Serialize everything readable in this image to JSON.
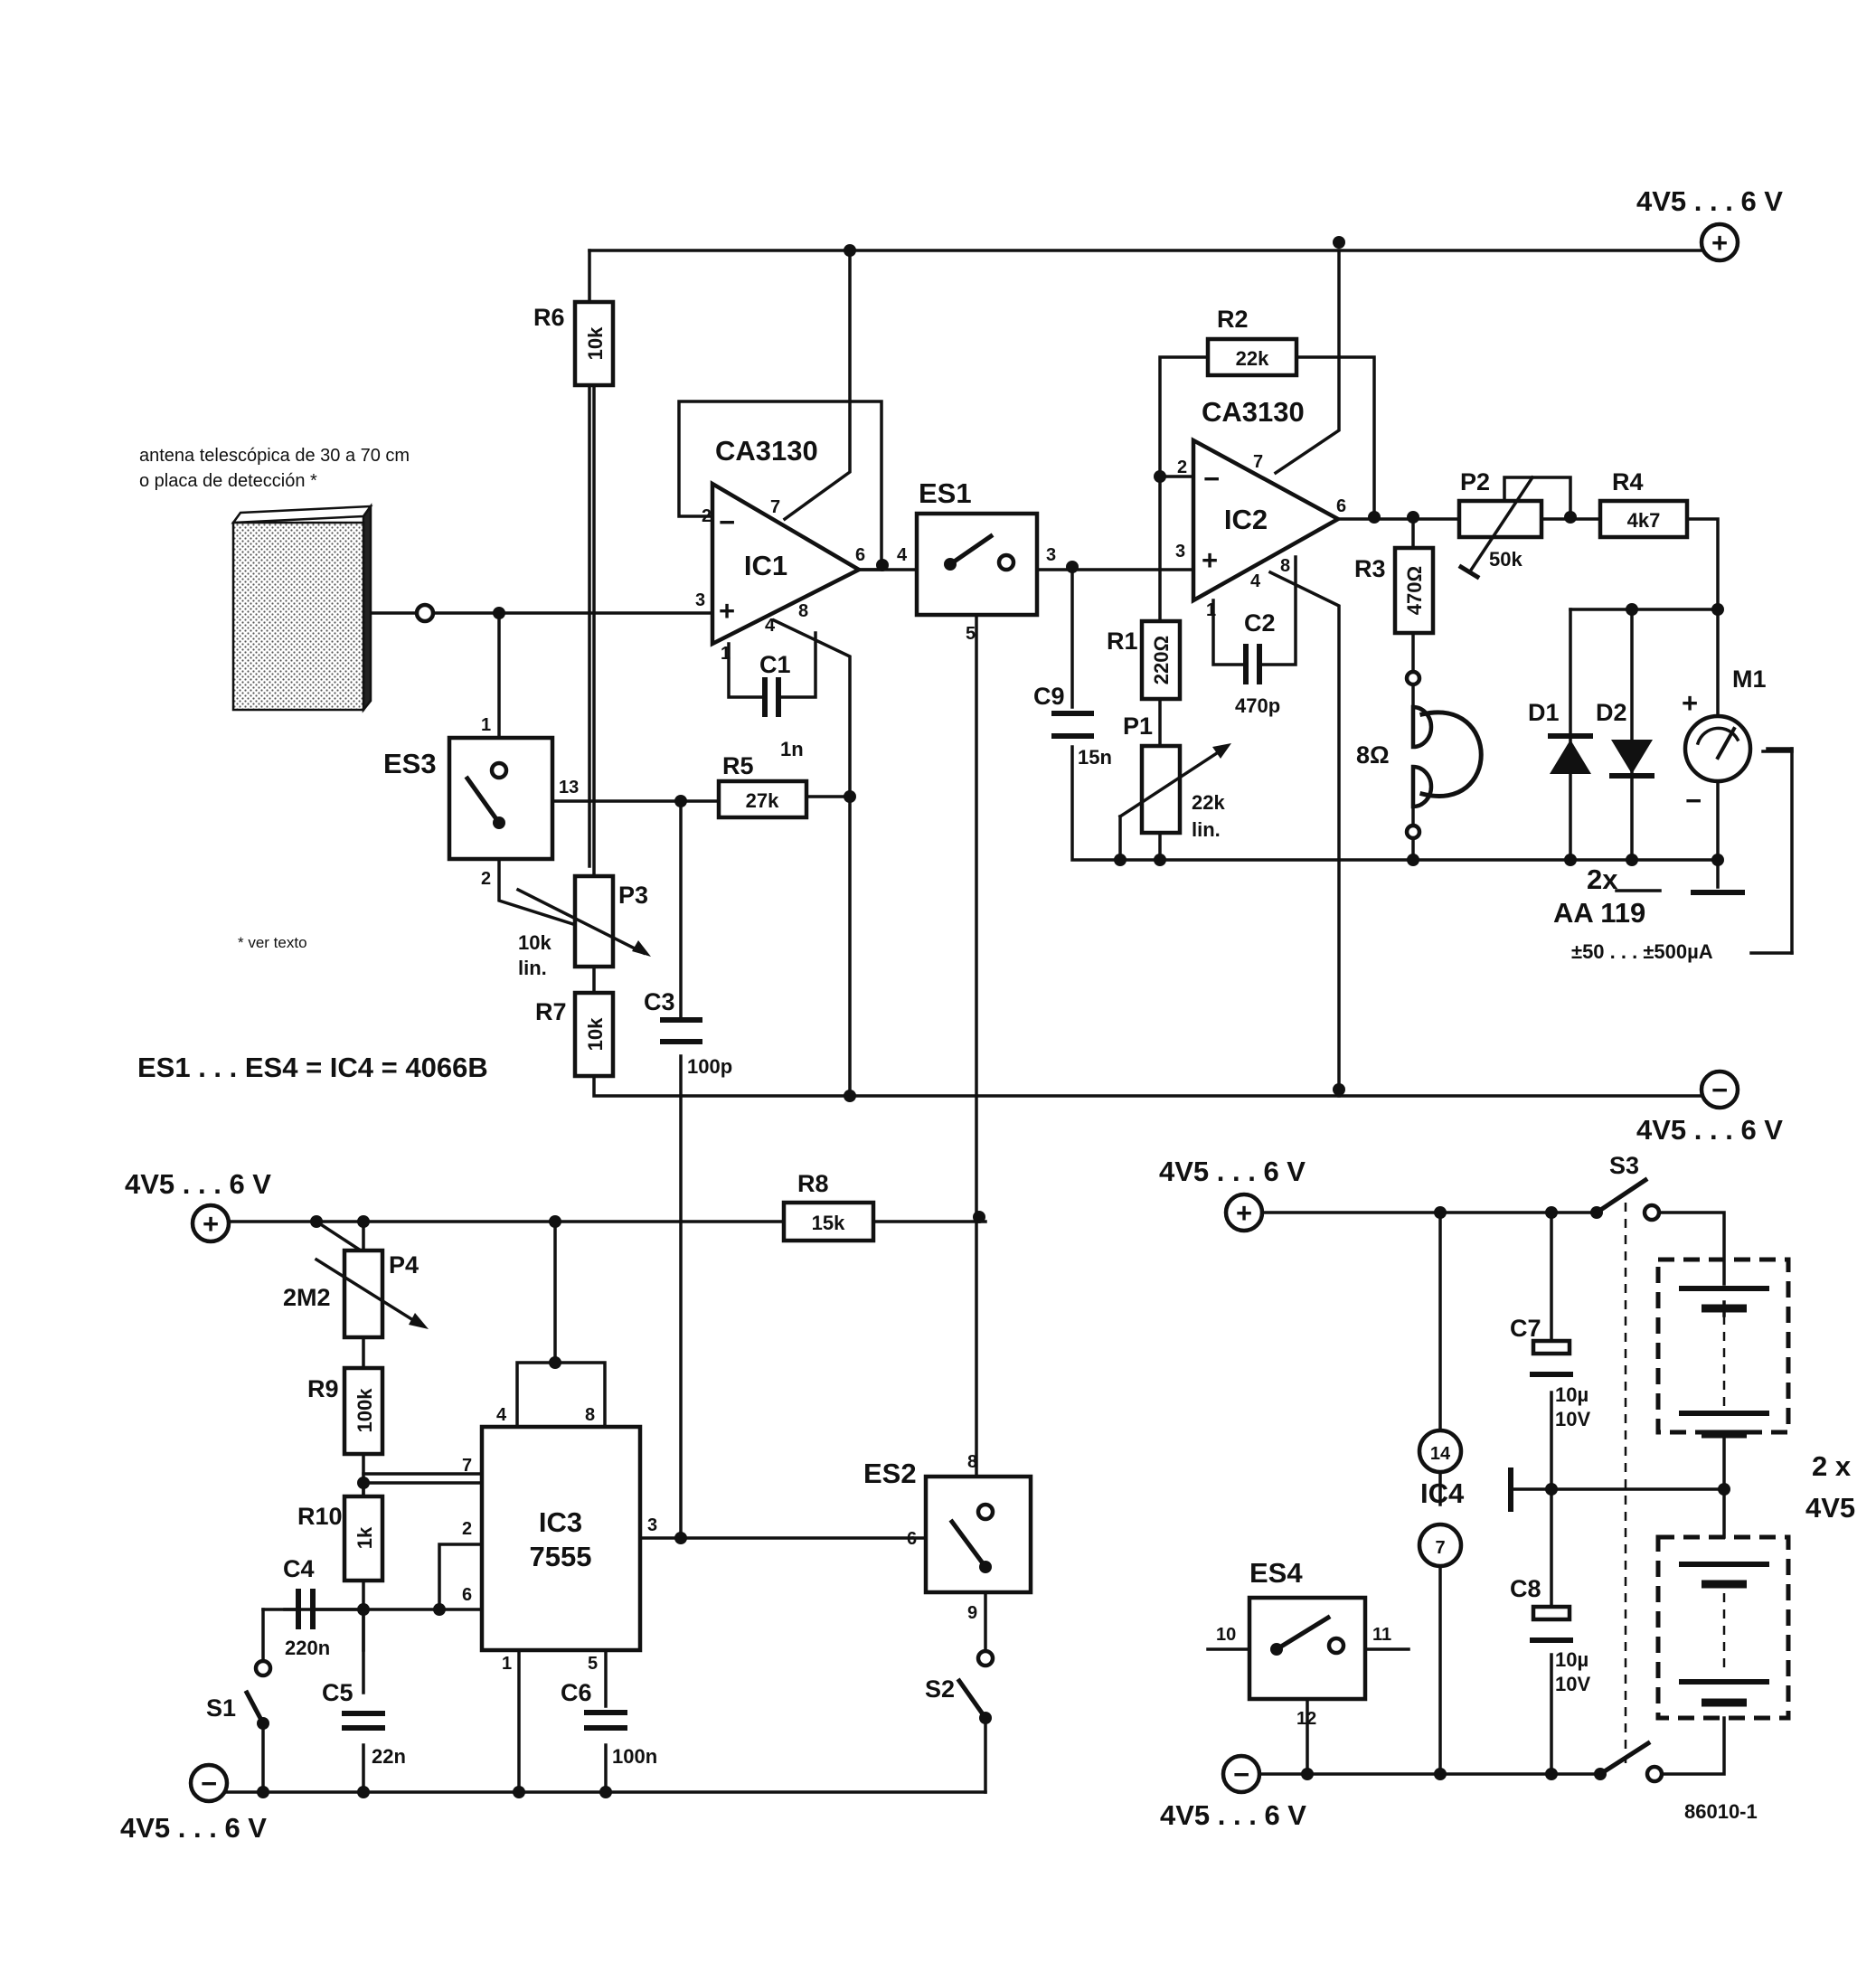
{
  "supply_labels": {
    "top_right": "4V5 . . . 6 V",
    "mid_right": "4V5 . . . 6 V",
    "left_top": "4V5 . . . 6 V",
    "left_bottom": "4V5 . . . 6 V",
    "psu_top": "4V5 . . . 6 V",
    "psu_bottom": "4V5 . . . 6 V"
  },
  "antenna_note": {
    "line1": "antena telescópica de 30 a 70 cm",
    "line2": "o placa de detección *"
  },
  "footnote": "* ver texto",
  "ic4_note": "ES1 . . . ES4 = IC4 = 4066B",
  "figure_code": "86010-1",
  "ics": {
    "ic1": {
      "name": "IC1",
      "type": "CA3130"
    },
    "ic2": {
      "name": "IC2",
      "type": "CA3130"
    },
    "ic3": {
      "name": "IC3",
      "type": "7555"
    },
    "ic4": {
      "name": "IC4",
      "pin_vdd": "14",
      "pin_vss": "7"
    }
  },
  "components": {
    "R1": {
      "ref": "R1",
      "value": "220Ω"
    },
    "R2": {
      "ref": "R2",
      "value": "22k"
    },
    "R3": {
      "ref": "R3",
      "value": "470Ω"
    },
    "R4": {
      "ref": "R4",
      "value": "4k7"
    },
    "R5": {
      "ref": "R5",
      "value": "27k"
    },
    "R6": {
      "ref": "R6",
      "value": "10k"
    },
    "R7": {
      "ref": "R7",
      "value": "10k"
    },
    "R8": {
      "ref": "R8",
      "value": "15k"
    },
    "R9": {
      "ref": "R9",
      "value": "100k"
    },
    "R10": {
      "ref": "R10",
      "value": "1k"
    },
    "P1": {
      "ref": "P1",
      "value": "22k",
      "value2": "lin."
    },
    "P2": {
      "ref": "P2",
      "value": "50k"
    },
    "P3": {
      "ref": "P3",
      "value": "10k",
      "value2": "lin."
    },
    "P4": {
      "ref": "P4",
      "value": "2M2"
    },
    "C1": {
      "ref": "C1",
      "value": "1n"
    },
    "C2": {
      "ref": "C2",
      "value": "470p"
    },
    "C3": {
      "ref": "C3",
      "value": "100p"
    },
    "C4": {
      "ref": "C4",
      "value": "220n"
    },
    "C5": {
      "ref": "C5",
      "value": "22n"
    },
    "C6": {
      "ref": "C6",
      "value": "100n"
    },
    "C7": {
      "ref": "C7",
      "value": "10µ",
      "value2": "10V"
    },
    "C8": {
      "ref": "C8",
      "value": "10µ",
      "value2": "10V"
    },
    "C9": {
      "ref": "C9",
      "value": "15n"
    },
    "D1": {
      "ref": "D1"
    },
    "D2": {
      "ref": "D2"
    },
    "diodes_type": {
      "line1": "2x",
      "line2": "AA 119"
    },
    "M1": {
      "ref": "M1",
      "range": "±50 . . . ±500µA"
    },
    "speaker": {
      "value": "8Ω"
    },
    "ES1": {
      "ref": "ES1"
    },
    "ES2": {
      "ref": "ES2"
    },
    "ES3": {
      "ref": "ES3"
    },
    "ES4": {
      "ref": "ES4"
    },
    "S1": {
      "ref": "S1"
    },
    "S2": {
      "ref": "S2"
    },
    "S3": {
      "ref": "S3"
    },
    "battery": {
      "line1": "2 x",
      "line2": "4V5"
    }
  },
  "pins": {
    "ic1": {
      "inv": "2",
      "noninv": "3",
      "out": "6",
      "vplus": "7",
      "vminus": "4",
      "comp1": "1",
      "comp8": "8"
    },
    "ic2": {
      "inv": "2",
      "noninv": "3",
      "out": "6",
      "vplus": "7",
      "vminus": "4",
      "comp1": "1",
      "comp8": "8"
    },
    "ic3": {
      "p4": "4",
      "p8": "8",
      "p7": "7",
      "p2": "2",
      "p6": "6",
      "p3": "3",
      "p1": "1",
      "p5": "5"
    },
    "es1": {
      "a": "4",
      "b": "3",
      "c": "5"
    },
    "es2": {
      "a": "8",
      "b": "9",
      "c": "6"
    },
    "es3": {
      "a": "1",
      "b": "2",
      "c": "13"
    },
    "es4": {
      "a": "10",
      "b": "11",
      "c": "12"
    }
  },
  "symbols": {
    "plus": "+",
    "minus": "−",
    "minus_sign": "−"
  }
}
